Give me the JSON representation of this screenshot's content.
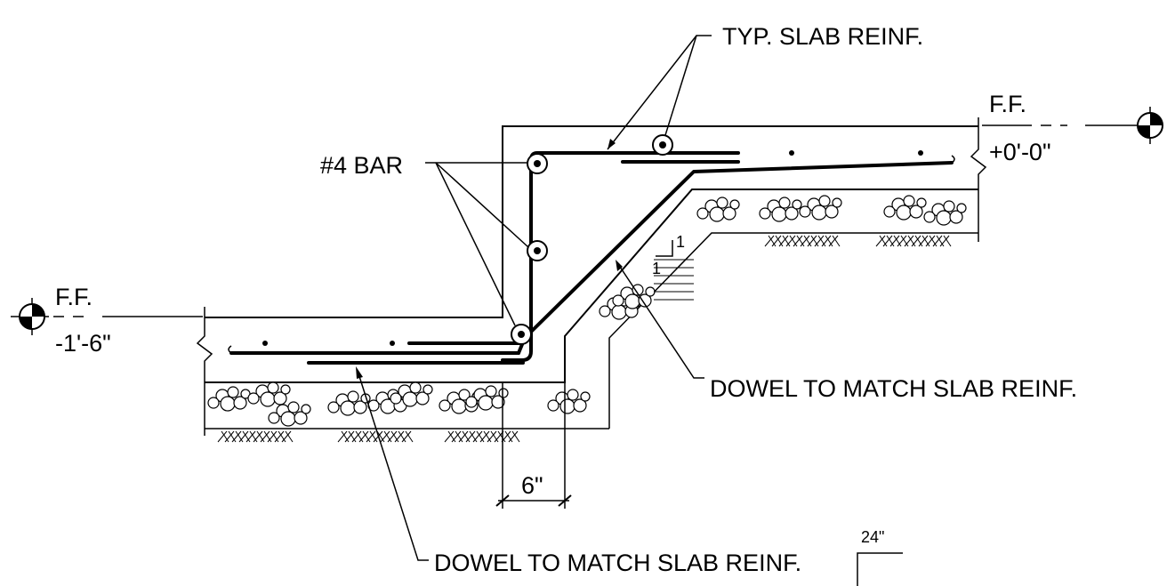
{
  "labels": {
    "typ_slab_reinf": "TYP. SLAB REINF.",
    "bar4": "#4 BAR",
    "dowel_upper": "DOWEL TO MATCH SLAB REINF.",
    "dowel_lower": "DOWEL TO MATCH SLAB REINF.",
    "dim_6": "6\"",
    "dim_24": "24\"",
    "slope_rise": "1",
    "slope_run": "1"
  },
  "elevations": {
    "right": {
      "ff": "F.F.",
      "value": "+0'-0\""
    },
    "left": {
      "ff": "F.F.",
      "value": "-1'-6\""
    }
  }
}
